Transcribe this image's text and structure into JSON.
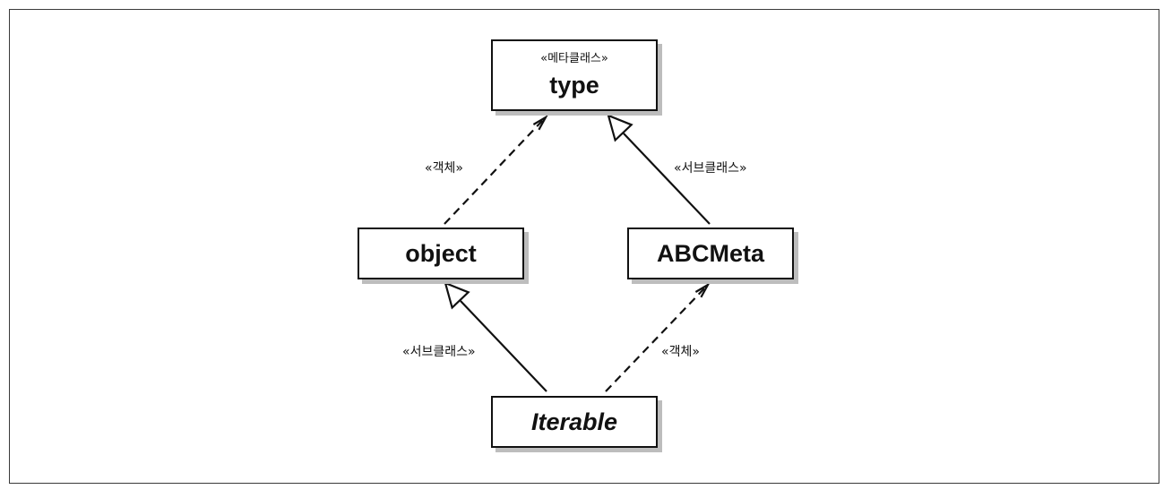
{
  "nodes": {
    "type": {
      "stereotype": "«메타클래스»",
      "name": "type"
    },
    "object": {
      "name": "object"
    },
    "abcmeta": {
      "name": "ABCMeta"
    },
    "iterable": {
      "name": "Iterable"
    }
  },
  "edges": {
    "object_to_type": {
      "label": "«객체»",
      "style": "dashed-open-arrow"
    },
    "abcmeta_to_type": {
      "label": "«서브클래스»",
      "style": "solid-hollow-triangle"
    },
    "iterable_to_object": {
      "label": "«서브클래스»",
      "style": "solid-hollow-triangle"
    },
    "iterable_to_abcmeta": {
      "label": "«객체»",
      "style": "dashed-open-arrow"
    }
  }
}
